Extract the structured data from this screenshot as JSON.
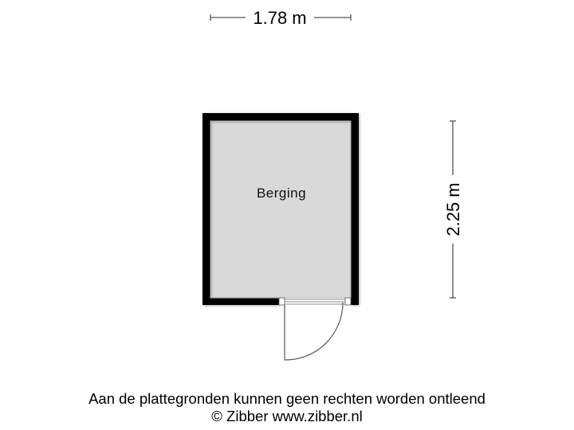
{
  "floorplan": {
    "rooms": [
      {
        "name": "Berging"
      }
    ],
    "dimensions": {
      "width": {
        "label": "1.78 m",
        "value_m": 1.78
      },
      "height": {
        "label": "2.25 m",
        "value_m": 2.25
      }
    },
    "colors": {
      "wall": "#000000",
      "floor": "#d9d9d9",
      "dimension_line": "#555555",
      "door_line": "#555555"
    }
  },
  "footer": {
    "disclaimer": "Aan de plattegronden kunnen geen rechten worden ontleend",
    "copyright": "© Zibber www.zibber.nl"
  }
}
